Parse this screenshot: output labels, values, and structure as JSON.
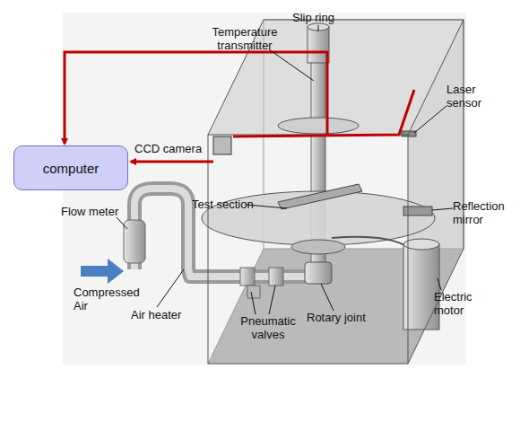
{
  "diagram": {
    "nodes": [
      {
        "text": [
          "computer"
        ]
      }
    ],
    "labels": [
      "Slip ring",
      "Temperature transmitter",
      "Laser sensor",
      "CCD camera",
      "Test section",
      "Reflection mirror",
      "Flow meter",
      "Compressed Air",
      "Air heater",
      "Pneumatic valves",
      "Rotary joint",
      "Electric motor"
    ]
  }
}
